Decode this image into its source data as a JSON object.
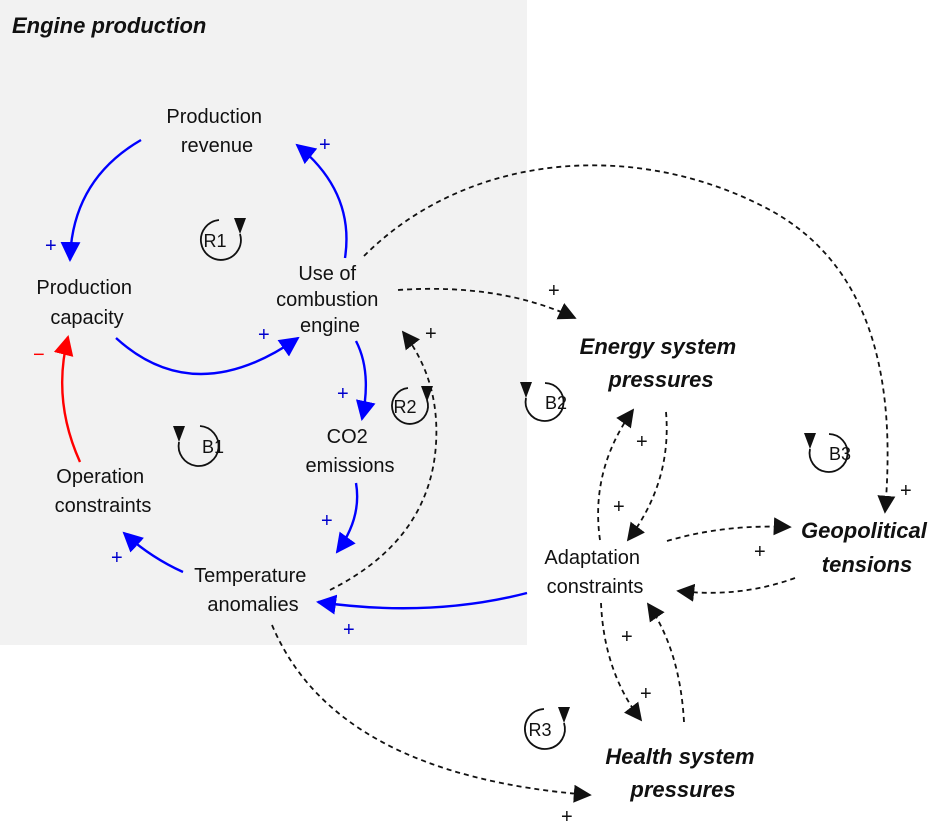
{
  "title": "Engine production",
  "colors": {
    "region_bg": "#f2f2f2",
    "positive_link": "#0000ff",
    "negative_link": "#ff0000",
    "external_link": "#111111",
    "positive_sign": "#0000cc",
    "negative_sign": "#ff0000"
  },
  "nodes": {
    "production_revenue": [
      "Production",
      "revenue"
    ],
    "production_capacity": [
      "Production",
      "capacity"
    ],
    "use_of_combustion_engine": [
      "Use of",
      "combustion",
      "engine"
    ],
    "co2_emissions": [
      "CO2",
      "emissions"
    ],
    "operation_constraints": [
      "Operation",
      "constraints"
    ],
    "temperature_anomalies": [
      "Temperature",
      "anomalies"
    ],
    "energy_system_pressures": [
      "Energy system",
      "pressures"
    ],
    "adaptation_constraints": [
      "Adaptation",
      "constraints"
    ],
    "geopolitical_tensions": [
      "Geopolitical",
      "tensions"
    ],
    "health_system_pressures": [
      "Health system",
      "pressures"
    ]
  },
  "loops": {
    "R1": "R1",
    "R2": "R2",
    "R3": "R3",
    "B1": "B1",
    "B2": "B2",
    "B3": "B3"
  },
  "signs": {
    "positive": "+",
    "negative": "−"
  }
}
